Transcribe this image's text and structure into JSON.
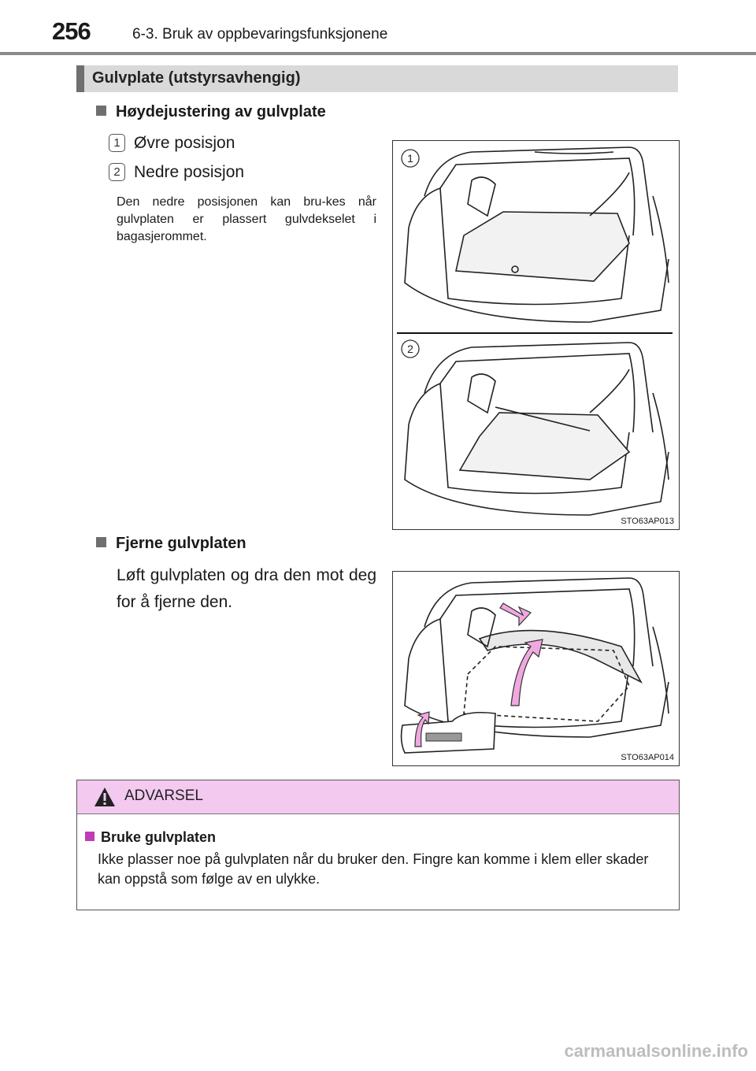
{
  "header": {
    "page_number": "256",
    "chapter_title": "6-3. Bruk av oppbevaringsfunksjonene"
  },
  "section": {
    "title": "Gulvplate (utstyrsavhengig)"
  },
  "height_adjust": {
    "heading": "Høydejustering av gulvplate",
    "items": [
      {
        "number": "1",
        "label": "Øvre posisjon"
      },
      {
        "number": "2",
        "label": "Nedre posisjon"
      }
    ],
    "note": "Den nedre posisjonen kan bru-kes når gulvplaten er plassert gulvdekselet i bagasjerommet.",
    "figure": {
      "code": "STO63AP013",
      "callouts": [
        "1",
        "2"
      ]
    }
  },
  "remove": {
    "heading": "Fjerne gulvplaten",
    "text": "Løft gulvplaten og dra den mot deg for å fjerne den.",
    "figure": {
      "code": "STO63AP014"
    }
  },
  "warning": {
    "label": "ADVARSEL",
    "subheading": "Bruke gulvplaten",
    "text": "Ikke plasser noe på gulvplaten når du bruker den. Fingre kan komme i klem eller skader kan oppstå som følge av en ulykke."
  },
  "watermark": "carmanualsonline.info",
  "colors": {
    "section_bar": "#d9d9d9",
    "warning_header": "#f3c9f0",
    "warning_bullet": "#c03cb4",
    "arrow_pink": "#f0a8e0"
  }
}
